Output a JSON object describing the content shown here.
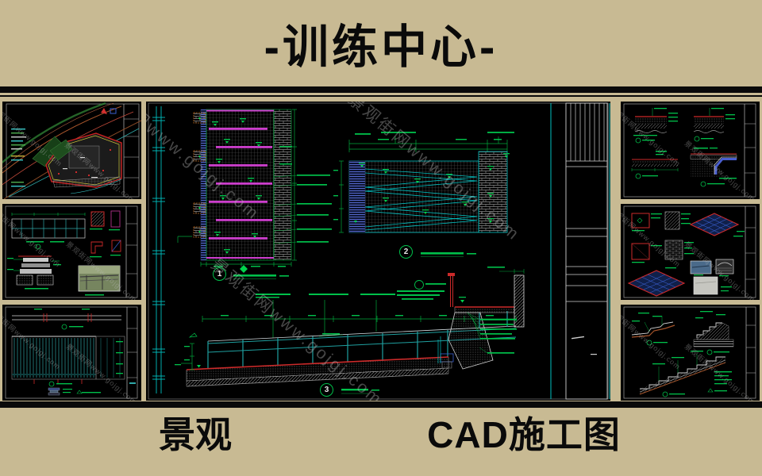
{
  "header": {
    "title": "-训练中心-"
  },
  "footer": {
    "category_label": "景观",
    "type_label": "CAD施工图"
  },
  "watermark": {
    "text": "景观街网www.gojgj.com"
  },
  "sheet": {
    "detail_1_no": "1",
    "detail_2_no": "2",
    "detail_3_no": "3"
  },
  "colors": {
    "background": "#c8ba93",
    "panel_background": "#000000",
    "divider_black": "#0a0a0a",
    "cad_green": "#00b244",
    "cad_cyan": "#00c0c0",
    "cad_magenta": "#cc3ecc",
    "cad_red": "#cc2a2a",
    "cad_blue": "#4a5fd0",
    "cad_white": "#d8d8d8",
    "watermark_gray": "#bcbcbc"
  }
}
